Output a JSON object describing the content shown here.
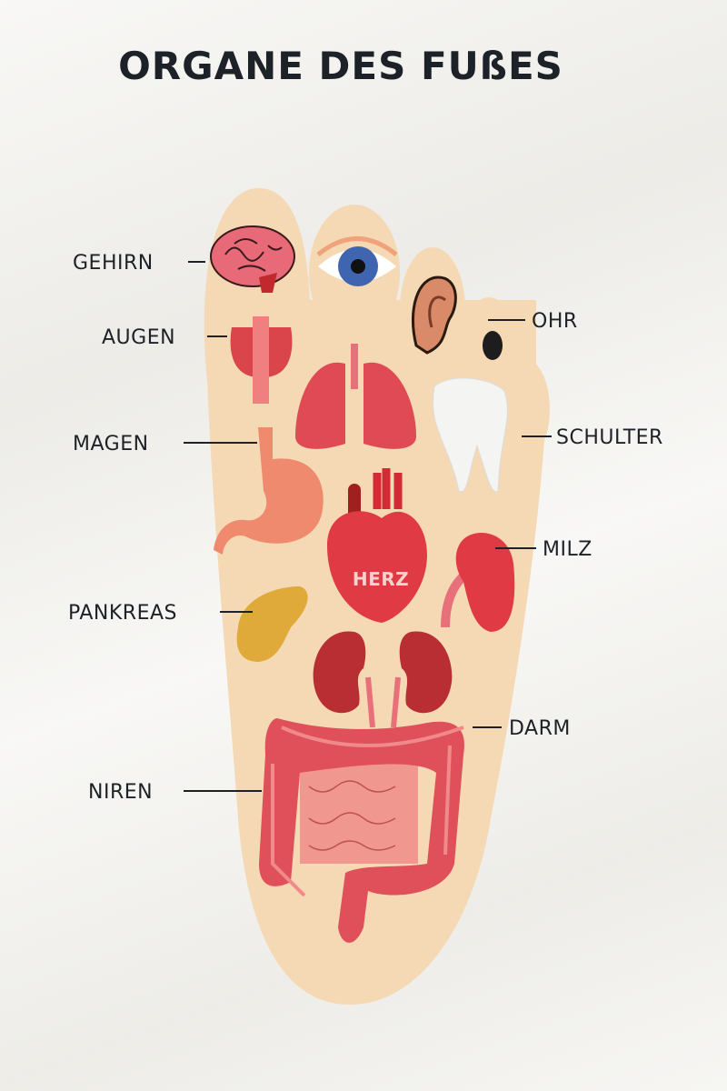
{
  "title": "ORGANE DES FUßES",
  "labels": {
    "gehirn": "GEHIRN",
    "augen": "AUGEN",
    "magen": "MAGEN",
    "pankreas": "PANKREAS",
    "niren": "NIREN",
    "ohr": "OHR",
    "schulter": "SCHULTER",
    "milz": "MILZ",
    "darm": "DARM",
    "herz": "HERZ"
  },
  "colors": {
    "skin": "#f5d9b5",
    "organ_red": "#e04a50",
    "dark_red": "#b82e32",
    "pancreas": "#e0aa3a",
    "eye": "#3f64b0",
    "text": "#1d2128"
  }
}
